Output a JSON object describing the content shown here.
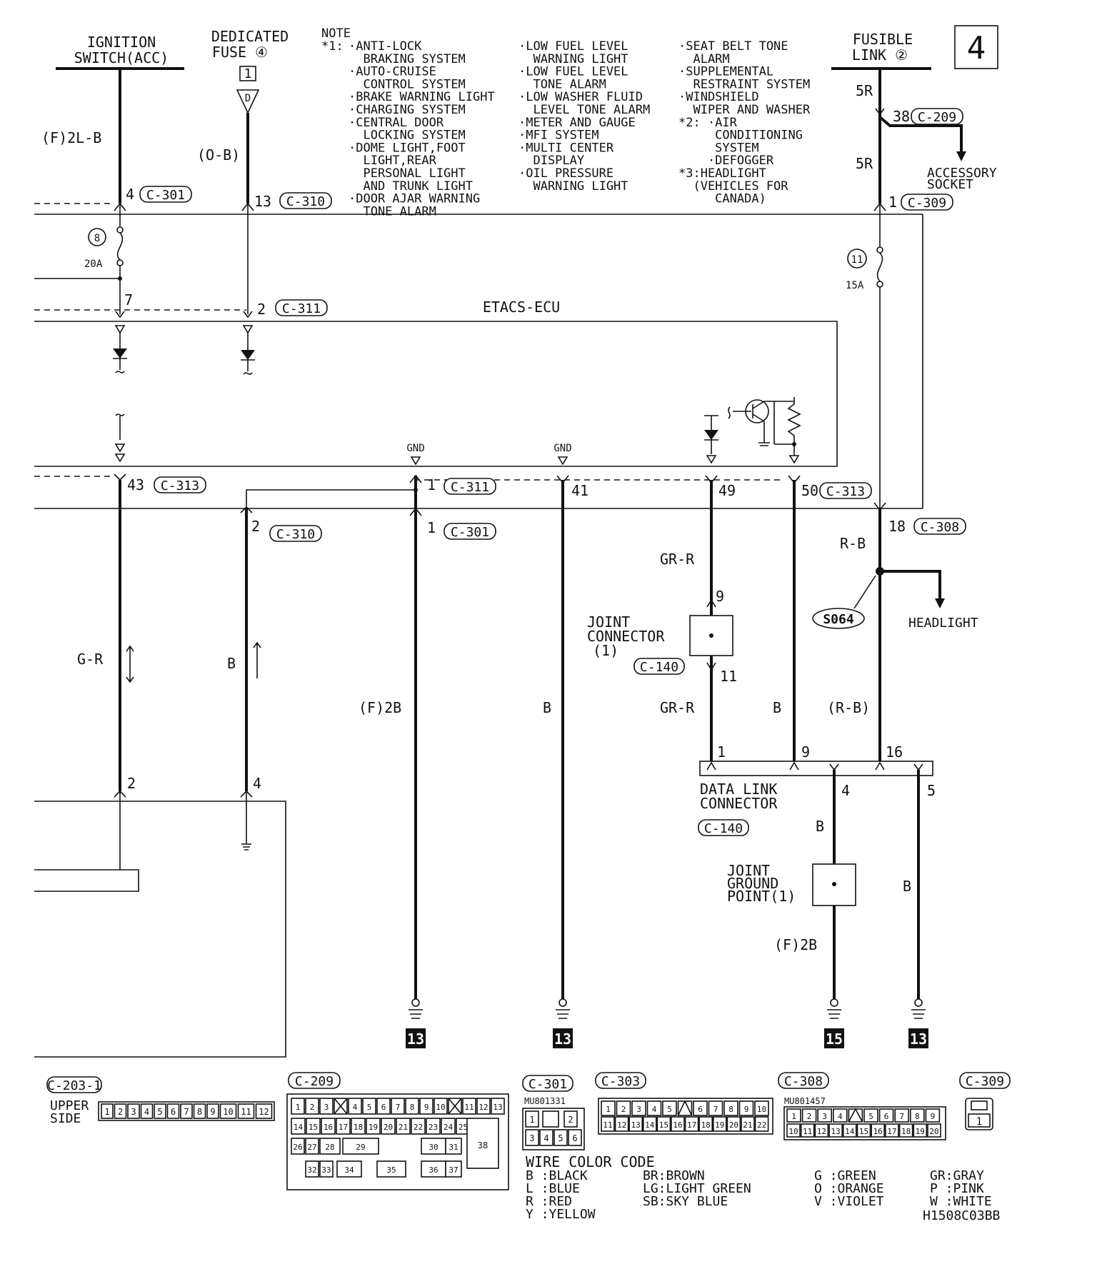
{
  "page_number": "4",
  "diagram_code": "H1508C03BB",
  "sources": {
    "ignition": [
      "IGNITION",
      "SWITCH(ACC)"
    ],
    "dedicated_fuse": [
      "DEDICATED",
      "FUSE ④"
    ],
    "dedicated_fuse_box": "1",
    "dedicated_fuse_tag": "D",
    "fusible_link": [
      "FUSIBLE",
      "LINK ②"
    ]
  },
  "notes": {
    "title": "NOTE",
    "marker1": "*1:",
    "col1": [
      "·ANTI-LOCK",
      "  BRAKING SYSTEM",
      "·AUTO-CRUISE",
      "  CONTROL SYSTEM",
      "·BRAKE WARNING LIGHT",
      "·CHARGING SYSTEM",
      "·CENTRAL DOOR",
      "  LOCKING SYSTEM",
      "·DOME LIGHT,FOOT",
      "  LIGHT,REAR",
      "  PERSONAL LIGHT",
      "  AND TRUNK LIGHT",
      "·DOOR AJAR WARNING",
      "  TONE ALARM"
    ],
    "col2": [
      "·LOW FUEL LEVEL",
      "  WARNING LIGHT",
      "·LOW FUEL LEVEL",
      "  TONE ALARM",
      "·LOW WASHER FLUID",
      "  LEVEL TONE ALARM",
      "·METER AND GAUGE",
      "·MFI SYSTEM",
      "·MULTI CENTER",
      "  DISPLAY",
      "·OIL PRESSURE",
      "  WARNING LIGHT"
    ],
    "col3": [
      "·SEAT BELT TONE",
      "  ALARM",
      "·SUPPLEMENTAL",
      "  RESTRAINT SYSTEM",
      "·WINDSHIELD",
      "  WIPER AND WASHER",
      "*2: ·AIR",
      "     CONDITIONING",
      "     SYSTEM",
      "    ·DEFOGGER",
      "*3:HEADLIGHT",
      "  (VEHICLES FOR",
      "     CANADA)"
    ]
  },
  "wires": {
    "w_f2lb": "(F)2L-B",
    "w_ob": "(O-B)",
    "w_5r_a": "5R",
    "w_5r_b": "5R",
    "w_gr": "G-R",
    "w_b1": "B",
    "w_f2b1": "(F)2B",
    "w_b2": "B",
    "w_grr1": "GR-R",
    "w_grr2": "GR-R",
    "w_b3": "B",
    "w_rb": "R-B",
    "w_rb2": "(R-B)",
    "w_b4": "B",
    "w_b5": "B",
    "w_f2b2": "(F)2B"
  },
  "pins": {
    "p4": "4",
    "p13": "13",
    "p38": "38",
    "p1a": "1",
    "p7": "7",
    "p2a": "2",
    "p43": "43",
    "p1b": "1",
    "p41": "41",
    "p49": "49",
    "p50": "50",
    "p2b": "2",
    "p1c": "1",
    "p18": "18",
    "p9a": "9",
    "p11": "11",
    "p1d": "1",
    "p9b": "9",
    "p16": "16",
    "p2c": "2",
    "p4b": "4",
    "p4c": "4",
    "p5": "5"
  },
  "connectors": {
    "c301a": "C-301",
    "c310a": "C-310",
    "c209a": "C-209",
    "c309a": "C-309",
    "c311a": "C-311",
    "c313a": "C-313",
    "c311b": "C-311",
    "c313b": "C-313",
    "c310b": "C-310",
    "c301b": "C-301",
    "c308a": "C-308",
    "c140a": "C-140",
    "c140b": "C-140"
  },
  "fuses": {
    "f8": "8",
    "f8_amp": "20A",
    "f11": "11",
    "f11_amp": "15A"
  },
  "components": {
    "etacs": "ETACS-ECU",
    "gnd1": "GND",
    "gnd2": "GND",
    "accessory": [
      "ACCESSORY",
      "SOCKET"
    ],
    "headlight": "HEADLIGHT",
    "splice": "S064",
    "joint_connector": [
      "JOINT",
      "CONNECTOR",
      "(1)"
    ],
    "data_link": [
      "DATA LINK",
      "CONNECTOR"
    ],
    "joint_ground": [
      "JOINT",
      "GROUND",
      "POINT(1)"
    ],
    "ground_g1": "13",
    "ground_g2": "13",
    "ground_g3": "15",
    "ground_g4": "13"
  },
  "connector_views": {
    "c2031": {
      "name": "C-203-1",
      "side": [
        "UPPER",
        "SIDE"
      ],
      "pins": [
        "1",
        "2",
        "3",
        "4",
        "5",
        "6",
        "7",
        "8",
        "9",
        "10",
        "11",
        "12"
      ]
    },
    "c209": {
      "name": "C-209",
      "row1": [
        "1",
        "2",
        "3",
        "",
        "4",
        "5",
        "6",
        "7",
        "8",
        "9",
        "10",
        "",
        "11",
        "12",
        "13"
      ],
      "row2": [
        "14",
        "15",
        "16",
        "17",
        "18",
        "19",
        "20",
        "21",
        "22",
        "23",
        "24",
        "25"
      ],
      "row3": [
        "26",
        "27",
        "28",
        "29",
        "30",
        "31"
      ],
      "row4": [
        "32",
        "33",
        "34",
        "35",
        "36",
        "37"
      ],
      "big": "38"
    },
    "c301": {
      "name": "C-301",
      "part": "MU801331",
      "pins": [
        "1",
        "2",
        "3",
        "4",
        "5",
        "6"
      ]
    },
    "c303": {
      "name": "C-303",
      "row1": [
        "1",
        "2",
        "3",
        "4",
        "5",
        "",
        "6",
        "7",
        "8",
        "9",
        "10"
      ],
      "row2": [
        "11",
        "12",
        "13",
        "14",
        "15",
        "16",
        "17",
        "18",
        "19",
        "20",
        "21",
        "22"
      ]
    },
    "c308": {
      "name": "C-308",
      "part": "MU801457",
      "row1": [
        "1",
        "2",
        "3",
        "4",
        "",
        "5",
        "6",
        "7",
        "8",
        "9"
      ],
      "row2": [
        "10",
        "11",
        "12",
        "13",
        "14",
        "15",
        "16",
        "17",
        "18",
        "19",
        "20"
      ]
    },
    "c309": {
      "name": "C-309",
      "pin": "1"
    }
  },
  "wire_color_code": {
    "title": "WIRE COLOR CODE",
    "col1": [
      "B :BLACK",
      "L :BLUE",
      "R :RED",
      "Y :YELLOW"
    ],
    "col2": [
      "BR:BROWN",
      "LG:LIGHT GREEN",
      "SB:SKY BLUE"
    ],
    "col3": [
      "G :GREEN",
      "O :ORANGE",
      "V :VIOLET"
    ],
    "col4": [
      "GR:GRAY",
      "P :PINK",
      "W :WHITE"
    ]
  }
}
